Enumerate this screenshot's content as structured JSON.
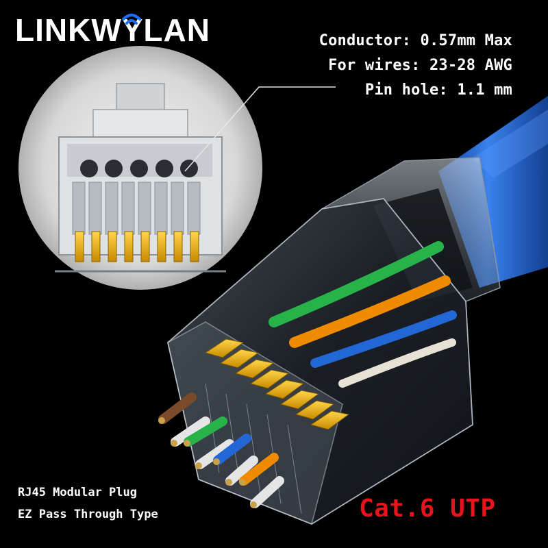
{
  "brand": {
    "logo_text": "LINKWYLAN",
    "logo_icon": "wifi-waves-icon",
    "logo_color": "#ffffff",
    "logo_accent": "#1f6fff"
  },
  "specs": [
    "Conductor: 0.57mm Max",
    "For wires: 23-28 AWG",
    "Pin hole: 1.1 mm"
  ],
  "product": {
    "line1": "RJ45 Modular Plug",
    "line2": "EZ Pass Through Type",
    "category": "Cat.6 UTP"
  },
  "colors": {
    "background": "#000000",
    "cable": "#2e6fd6",
    "contacts_gold": "#f5b800",
    "category_red": "#e8141b",
    "wire_orange": "#f08a00",
    "wire_green": "#27b34a",
    "wire_blue": "#2366d6",
    "wire_brown": "#7a4a2a"
  }
}
